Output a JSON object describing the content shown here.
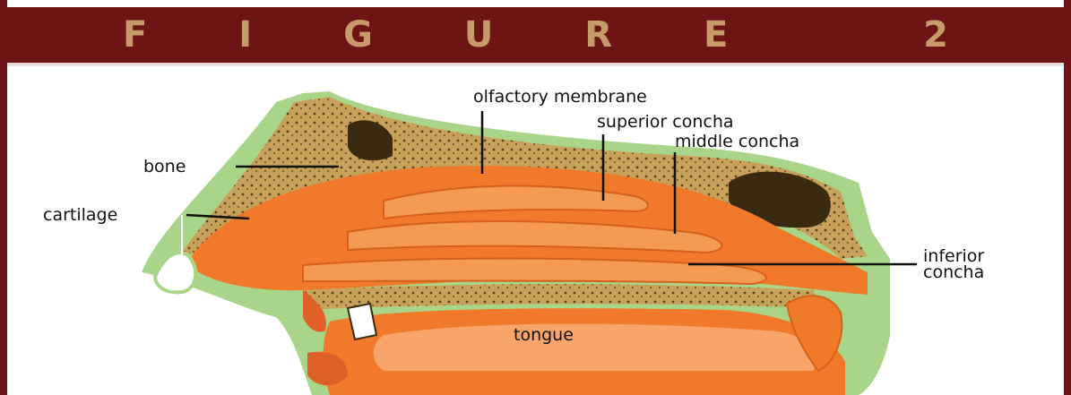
{
  "figure_title": "F I G U R E   2",
  "labels": {
    "olfactory_membrane": "olfactory membrane",
    "superior_concha": "superior concha",
    "middle_concha": "middle concha",
    "bone": "bone",
    "cartilage": "cartilage",
    "inferior_concha_line1": "inferior",
    "inferior_concha_line2": "concha",
    "tongue": "tongue"
  },
  "colors": {
    "header_bg": "#6d1414",
    "header_text": "#c79a6a",
    "mucosa": "#f07a2a",
    "bone": "#c8a25a",
    "outline": "#a9d58a"
  }
}
